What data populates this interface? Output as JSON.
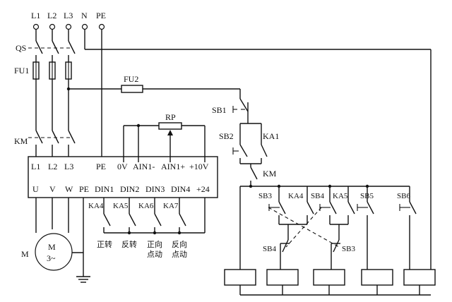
{
  "supply": {
    "L1": "L1",
    "L2": "L2",
    "L3": "L3",
    "N": "N",
    "PE": "PE"
  },
  "devices": {
    "qs": "QS",
    "fu1": "FU1",
    "fu2": "FU2",
    "km": "KM",
    "rp": "RP",
    "sb1": "SB1",
    "sb2": "SB2",
    "ka1": "KA1",
    "km_contact": "KM",
    "motor_m": "M",
    "motor_inner": "M",
    "motor_phase": "3~"
  },
  "inverter": {
    "top_terminals": [
      "L1",
      "L2",
      "L3",
      "PE",
      "0V",
      "AIN1-",
      "AIN1+",
      "+10V"
    ],
    "bottom_terminals": [
      "U",
      "V",
      "W",
      "PE",
      "DIN1",
      "DIN2",
      "DIN3",
      "DIN4",
      "+24"
    ]
  },
  "din_contacts": [
    "KA4",
    "KA5",
    "KA6",
    "KA7"
  ],
  "din_functions": [
    {
      "line1": "正转",
      "line2": ""
    },
    {
      "line1": "反转",
      "line2": ""
    },
    {
      "line1": "正向",
      "line2": "点动"
    },
    {
      "line1": "反向",
      "line2": "点动"
    }
  ],
  "control_buttons": [
    "SB3",
    "KA4",
    "SB4",
    "KA5",
    "SB5",
    "SB6"
  ],
  "interlock_labels": {
    "left": "SB4",
    "right": "SB3"
  }
}
